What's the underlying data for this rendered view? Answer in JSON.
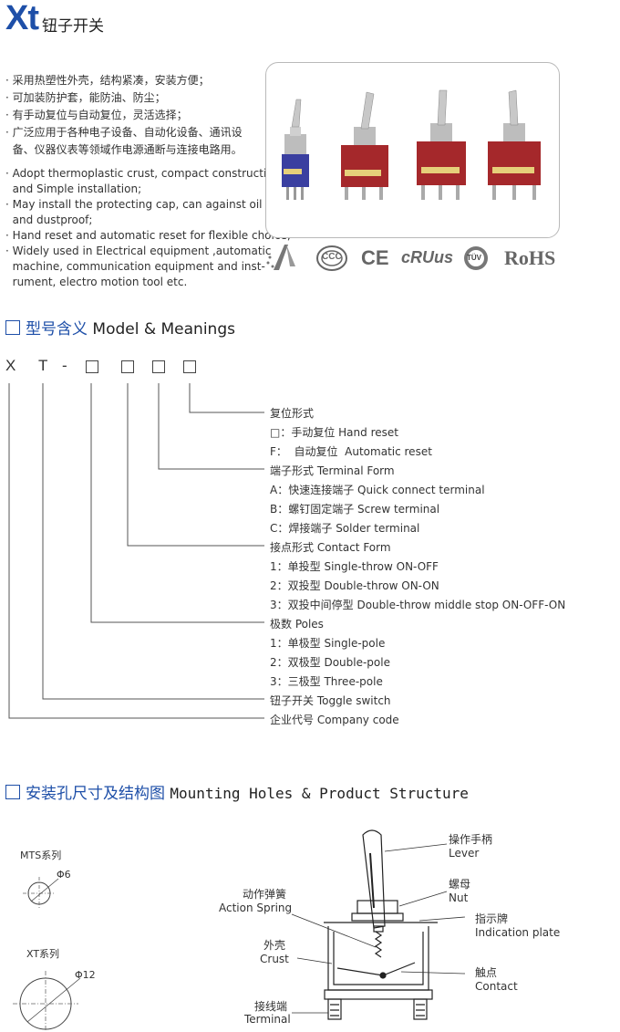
{
  "header": {
    "brand": "Xt",
    "subtitle": "钮子开关"
  },
  "features_cn": [
    "· 采用热塑性外壳，结构紧凑，安装方便；",
    "· 可加装防护套，能防油、防尘；",
    "· 有手动复位与自动复位，灵活选择；",
    "· 广泛应用于各种电子设备、自动化设备、通讯设",
    "  备、仪器仪表等领域作电源通断与连接电路用。"
  ],
  "features_en": [
    "· Adopt thermoplastic crust, compact construction,",
    "  and Simple installation;",
    "· May install the protecting cap, can against oil",
    "  and dustproof;",
    "· Hand reset and automatic reset for flexible choice;",
    "· Widely used in Electrical equipment ,automatic",
    "  machine, communication equipment and inst-",
    "  rument, electro motion tool etc."
  ],
  "certifications": [
    "CCC",
    "CE",
    "cRUus",
    "TÜV",
    "RoHS"
  ],
  "section_model": {
    "title_cn": "型号含义",
    "title_en": "Model & Meanings"
  },
  "model_code": {
    "x": "X",
    "t": "T",
    "dash": "-"
  },
  "model_lines": [
    "复位形式",
    "□：手动复位  Hand reset",
    "F：  自动复位  Automatic reset",
    "端子形式  Terminal Form",
    "A：快速连接端子  Quick connect terminal",
    "B：螺钉固定端子  Screw terminal",
    "C：焊接端子  Solder terminal",
    "接点形式  Contact Form",
    "1：单投型  Single-throw ON-OFF",
    "2：双投型  Double-throw ON-ON",
    "3：双投中间停型 Double-throw middle stop  ON-OFF-ON",
    "极数  Poles",
    "1：单极型  Single-pole",
    "2：双极型  Double-pole",
    "3：三极型  Three-pole",
    "钮子开关  Toggle switch",
    "企业代号  Company code"
  ],
  "section_mount": {
    "title_cn": "安装孔尺寸及结构图",
    "title_en": "Mounting Holes & Product Structure"
  },
  "mount": {
    "mts_label": "MTS系列",
    "mts_dia": "Φ6",
    "xt_label": "XT系列",
    "xt_dia": "Φ12"
  },
  "structure": {
    "lever_cn": "操作手柄",
    "lever_en": "Lever",
    "nut_cn": "螺母",
    "nut_en": "Nut",
    "plate_cn": "指示牌",
    "plate_en": "Indication plate",
    "contact_cn": "触点",
    "contact_en": "Contact",
    "spring_cn": "动作弹簧",
    "spring_en": "Action Spring",
    "crust_cn": "外壳",
    "crust_en": "Crust",
    "terminal_cn": "接线端",
    "terminal_en": "Terminal"
  },
  "colors": {
    "brand_blue": "#1e4fa8",
    "switch_red": "#a5282b",
    "switch_blue": "#3a3fa0"
  }
}
